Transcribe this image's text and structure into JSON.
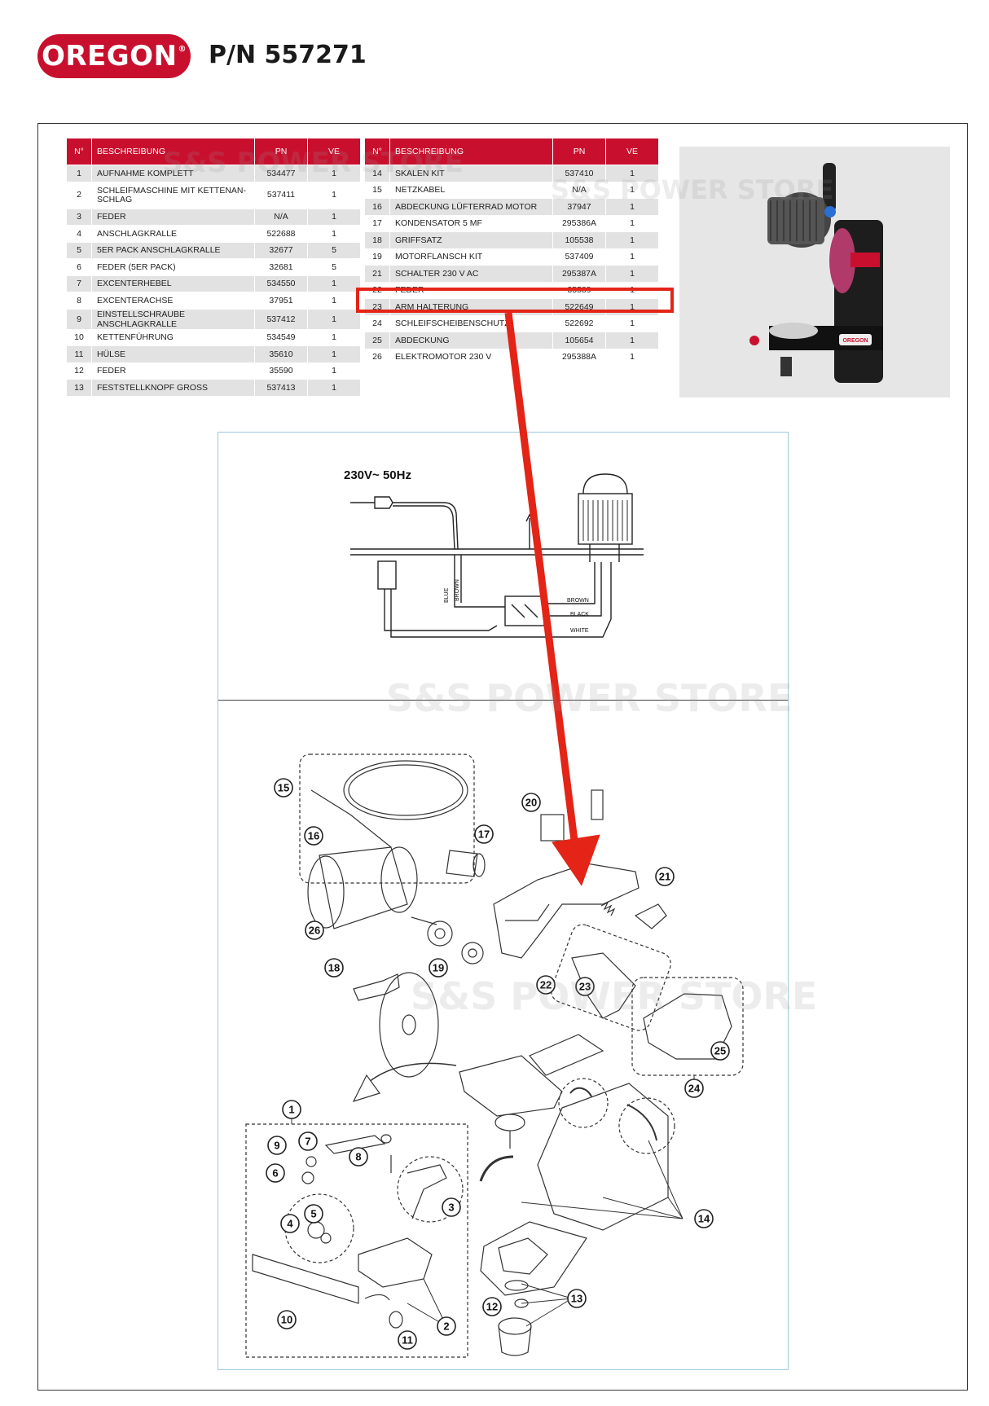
{
  "header": {
    "brand": "OREGON",
    "brand_mark": "®",
    "part_number": "P/N 557271"
  },
  "table_headers": {
    "nr": "N°",
    "description": "BESCHREIBUNG",
    "pn": "PN",
    "ve": "VE"
  },
  "parts_left": [
    {
      "nr": "1",
      "desc": "AUFNAHME KOMPLETT",
      "pn": "534477",
      "ve": "1"
    },
    {
      "nr": "2",
      "desc": "SCHLEIFMASCHINE MIT KETTENAN-SCHLAG",
      "pn": "537411",
      "ve": "1"
    },
    {
      "nr": "3",
      "desc": "FEDER",
      "pn": "N/A",
      "ve": "1"
    },
    {
      "nr": "4",
      "desc": "ANSCHLAGKRALLE",
      "pn": "522688",
      "ve": "1"
    },
    {
      "nr": "5",
      "desc": "5ER PACK ANSCHLAGKRALLE",
      "pn": "32677",
      "ve": "5"
    },
    {
      "nr": "6",
      "desc": "FEDER (5ER PACK)",
      "pn": "32681",
      "ve": "5"
    },
    {
      "nr": "7",
      "desc": "EXCENTERHEBEL",
      "pn": "534550",
      "ve": "1"
    },
    {
      "nr": "8",
      "desc": "EXCENTERACHSE",
      "pn": "37951",
      "ve": "1"
    },
    {
      "nr": "9",
      "desc": "EINSTELLSCHRAUBE ANSCHLAGKRALLE",
      "pn": "537412",
      "ve": "1"
    },
    {
      "nr": "10",
      "desc": "KETTENFÜHRUNG",
      "pn": "534549",
      "ve": "1"
    },
    {
      "nr": "11",
      "desc": "HÜLSE",
      "pn": "35610",
      "ve": "1"
    },
    {
      "nr": "12",
      "desc": "FEDER",
      "pn": "35590",
      "ve": "1"
    },
    {
      "nr": "13",
      "desc": "FESTSTELLKNOPF GROSS",
      "pn": "537413",
      "ve": "1"
    }
  ],
  "parts_right": [
    {
      "nr": "14",
      "desc": "SKALEN KIT",
      "pn": "537410",
      "ve": "1"
    },
    {
      "nr": "15",
      "desc": "NETZKABEL",
      "pn": "N/A",
      "ve": "1"
    },
    {
      "nr": "16",
      "desc": "ABDECKUNG LÜFTERRAD MOTOR",
      "pn": "37947",
      "ve": "1"
    },
    {
      "nr": "17",
      "desc": "KONDENSATOR 5 MF",
      "pn": "295386A",
      "ve": "1"
    },
    {
      "nr": "18",
      "desc": "GRIFFSATZ",
      "pn": "105538",
      "ve": "1"
    },
    {
      "nr": "19",
      "desc": "MOTORFLANSCH KIT",
      "pn": "537409",
      "ve": "1"
    },
    {
      "nr": "21",
      "desc": "SCHALTER 230 V AC",
      "pn": "295387A",
      "ve": "1"
    },
    {
      "nr": "22",
      "desc": "FEDER",
      "pn": "35589",
      "ve": "1"
    },
    {
      "nr": "23",
      "desc": "ARM HALTERUNG",
      "pn": "522649",
      "ve": "1"
    },
    {
      "nr": "24",
      "desc": "SCHLEIFSCHEIBENSCHUTZ",
      "pn": "522692",
      "ve": "1"
    },
    {
      "nr": "25",
      "desc": "ABDECKUNG",
      "pn": "105654",
      "ve": "1"
    },
    {
      "nr": "26",
      "desc": "ELEKTROMOTOR 230 V",
      "pn": "295388A",
      "ve": "1"
    }
  ],
  "wiring": {
    "voltage": "230V~  50Hz",
    "labels": {
      "blue": "BLUE",
      "brown_vertical": "BROWN",
      "brown": "BROWN",
      "black": "BLACK",
      "white": "WHITE"
    }
  },
  "watermark": {
    "mark": "S&S",
    "line1": "POWER",
    "line2": "STORE"
  },
  "product_label": "OREGON",
  "callouts": [
    "1",
    "2",
    "3",
    "4",
    "5",
    "6",
    "7",
    "8",
    "9",
    "10",
    "11",
    "12",
    "13",
    "14",
    "15",
    "16",
    "17",
    "18",
    "19",
    "20",
    "21",
    "22",
    "23",
    "24",
    "25",
    "26"
  ],
  "colors": {
    "brand_red": "#c8102e",
    "highlight_red": "#e32417",
    "row_gray": "#e2e2e2",
    "diagram_border": "#9fc9de"
  }
}
